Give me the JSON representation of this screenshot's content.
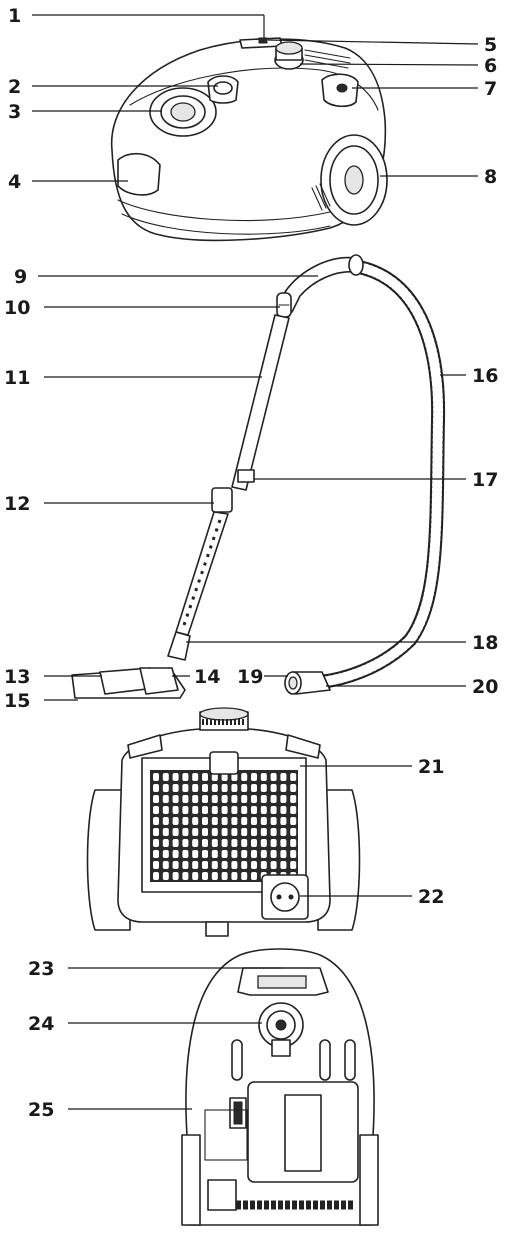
{
  "callouts": [
    {
      "id": "1",
      "label": "1"
    },
    {
      "id": "2",
      "label": "2"
    },
    {
      "id": "3",
      "label": "3"
    },
    {
      "id": "4",
      "label": "4"
    },
    {
      "id": "5",
      "label": "5"
    },
    {
      "id": "6",
      "label": "6"
    },
    {
      "id": "7",
      "label": "7"
    },
    {
      "id": "8",
      "label": "8"
    },
    {
      "id": "9",
      "label": "9"
    },
    {
      "id": "10",
      "label": "10"
    },
    {
      "id": "11",
      "label": "11"
    },
    {
      "id": "12",
      "label": "12"
    },
    {
      "id": "13",
      "label": "13"
    },
    {
      "id": "14",
      "label": "14"
    },
    {
      "id": "15",
      "label": "15"
    },
    {
      "id": "16",
      "label": "16"
    },
    {
      "id": "17",
      "label": "17"
    },
    {
      "id": "18",
      "label": "18"
    },
    {
      "id": "19",
      "label": "19"
    },
    {
      "id": "20",
      "label": "20"
    },
    {
      "id": "21",
      "label": "21"
    },
    {
      "id": "22",
      "label": "22"
    },
    {
      "id": "23",
      "label": "23"
    },
    {
      "id": "24",
      "label": "24"
    },
    {
      "id": "25",
      "label": "25"
    }
  ],
  "colors": {
    "line": "#1a1a1a",
    "background": "#ffffff"
  }
}
